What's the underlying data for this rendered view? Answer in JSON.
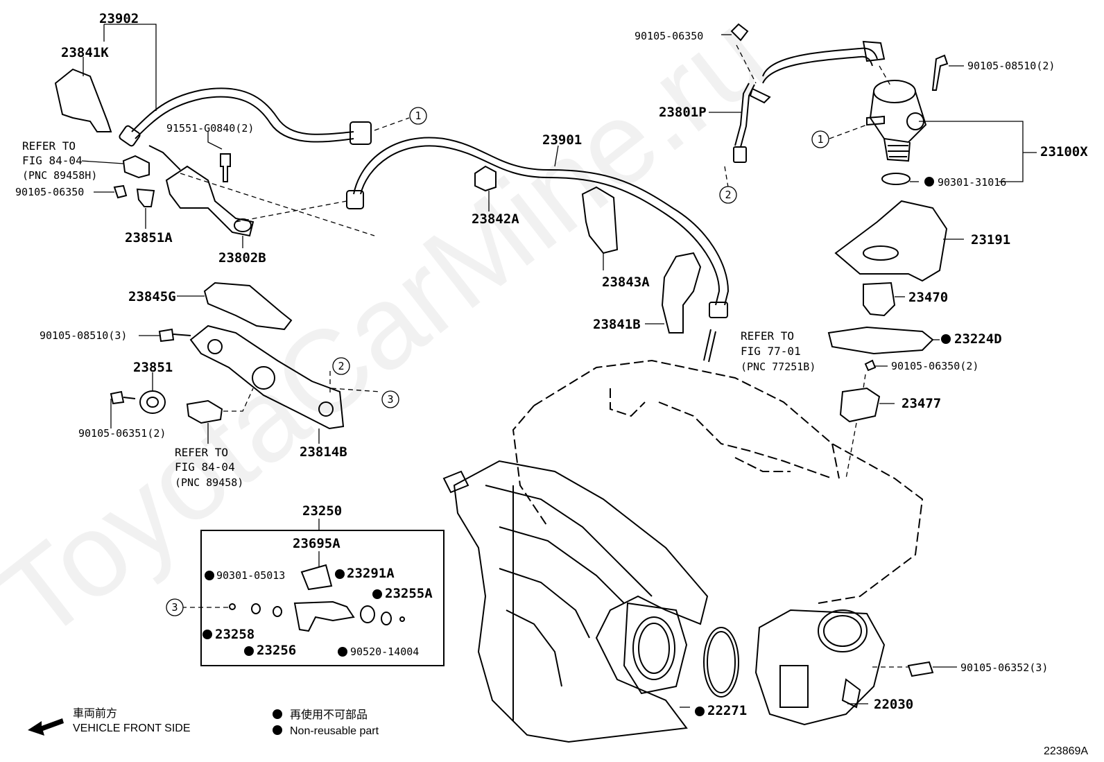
{
  "diagram_code": "223869A",
  "watermark": "ToyotaCarMine.ru",
  "legend": {
    "vehicle_front_jp": "車両前方",
    "vehicle_front_en": "VEHICLE FRONT SIDE",
    "non_reusable_jp": "再使用不可部品",
    "non_reusable_en": "Non-reusable part"
  },
  "callouts": {
    "c1": "1",
    "c2": "2",
    "c3": "3"
  },
  "parts": {
    "p23902": "23902",
    "p23841K": "23841K",
    "p91551": "91551-G0840(2)",
    "p90105_06350a": "90105-06350",
    "p23851A": "23851A",
    "p23802B": "23802B",
    "p23901": "23901",
    "p23842A": "23842A",
    "p23843A": "23843A",
    "p23841B": "23841B",
    "p23845G": "23845G",
    "p90105_08510_3": "90105-08510(3)",
    "p23851": "23851",
    "p90105_06351": "90105-06351(2)",
    "p23814B": "23814B",
    "p23250": "23250",
    "p23695A": "23695A",
    "p90301_05013": "90301-05013",
    "p23291A": "23291A",
    "p23255A": "23255A",
    "p23258": "23258",
    "p23256": "23256",
    "p90520": "90520-14004",
    "p90105_06350b": "90105-06350",
    "p23801P": "23801P",
    "p90105_08510_2": "90105-08510(2)",
    "p23100X": "23100X",
    "p90301_31016": "90301-31016",
    "p23191": "23191",
    "p23470": "23470",
    "p23224D": "23224D",
    "p90105_06350_2": "90105-06350(2)",
    "p23477": "23477",
    "p90105_06352": "90105-06352(3)",
    "p22030": "22030",
    "p22271": "22271"
  },
  "refs": {
    "ref1_l1": "REFER TO",
    "ref1_l2": "FIG 84-04",
    "ref1_l3": "(PNC 89458H)",
    "ref2_l1": "REFER TO",
    "ref2_l2": "FIG 84-04",
    "ref2_l3": "(PNC 89458)",
    "ref3_l1": "REFER TO",
    "ref3_l2": "FIG 77-01",
    "ref3_l3": "(PNC 77251B)"
  }
}
